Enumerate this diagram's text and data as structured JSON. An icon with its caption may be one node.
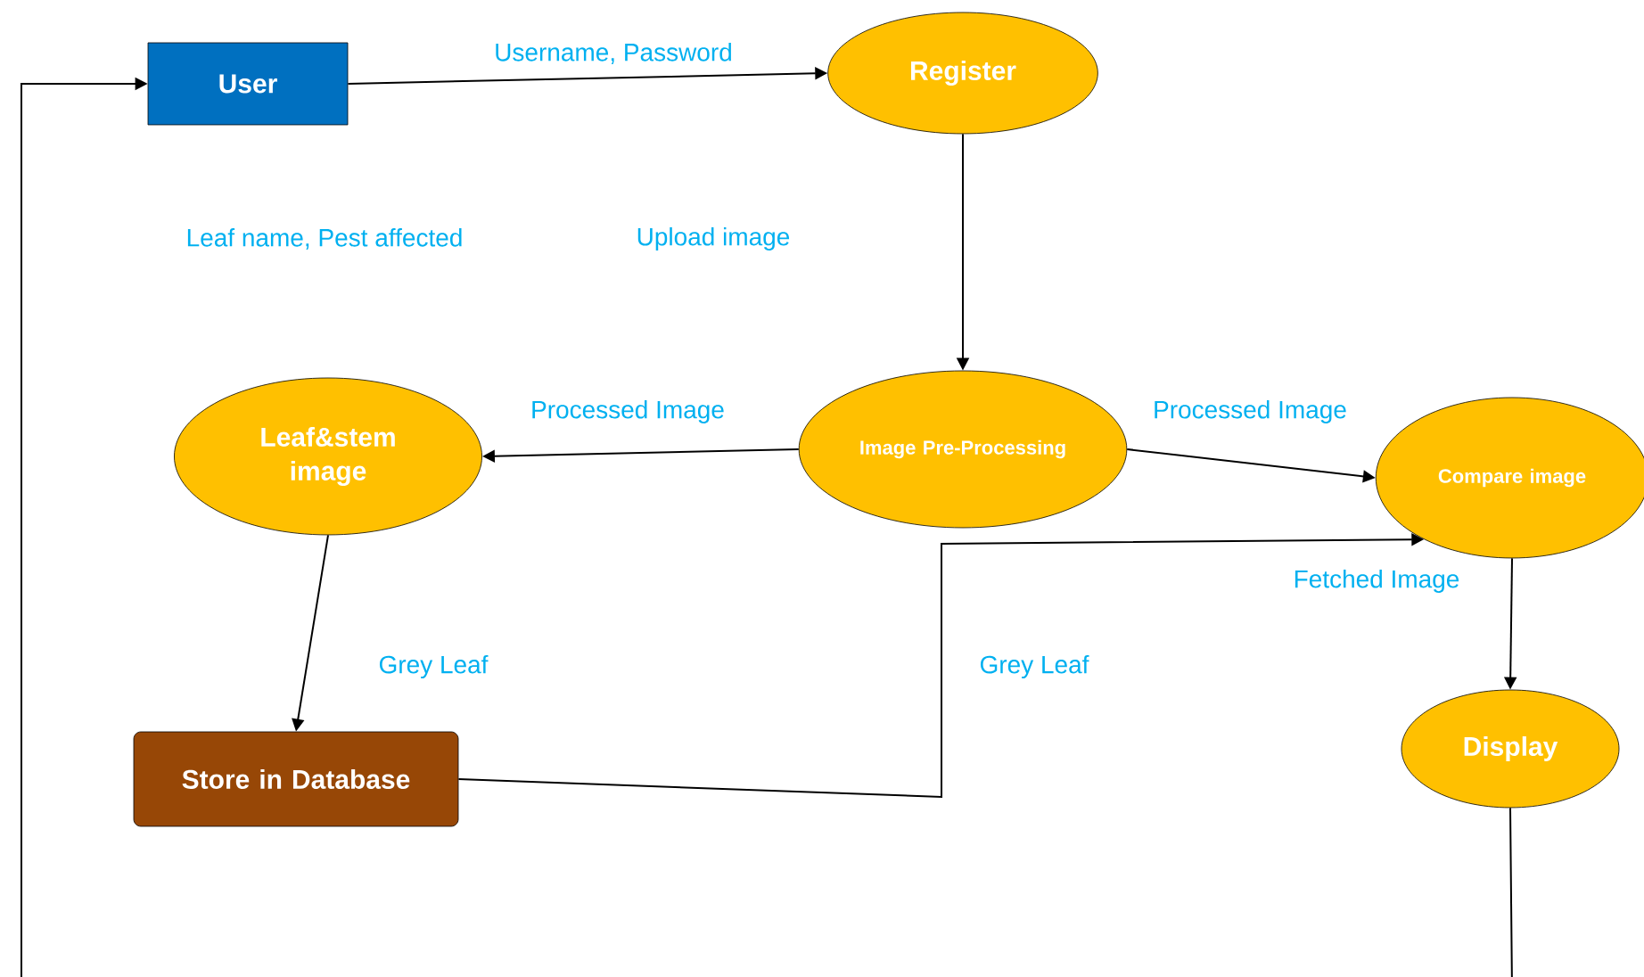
{
  "diagram": {
    "nodes": [
      {
        "text": [
          "User"
        ]
      },
      {
        "text": [
          "Register"
        ]
      },
      {
        "text": [
          "Leaf&stem image"
        ]
      },
      {
        "text": [
          "Image Pre-Processing"
        ]
      },
      {
        "text": [
          "Compare image"
        ]
      },
      {
        "text": [
          "Store in Database"
        ]
      },
      {
        "text": [
          "Display"
        ]
      }
    ],
    "edges": [
      {
        "from": 0,
        "to": 1,
        "arrow": "to",
        "label": "Username, Password"
      },
      {
        "from": 1,
        "to": 3,
        "arrow": "to"
      },
      {
        "from": 3,
        "to": 2,
        "arrow": "to",
        "label": "Processed Image"
      },
      {
        "from": 3,
        "to": 4,
        "arrow": "to",
        "label": "Processed Image"
      },
      {
        "from": 2,
        "to": 5,
        "arrow": "to",
        "label": "Grey Leaf"
      },
      {
        "from": 5,
        "to": 4,
        "arrow": "to",
        "label": "Grey Leaf"
      },
      {
        "from": 4,
        "to": 6,
        "arrow": "to",
        "label": "Fetched Image"
      },
      {
        "from": 6,
        "to": 0,
        "arrow": "to"
      }
    ],
    "labels": [
      "Leaf name, Pest affected",
      "Upload image"
    ]
  }
}
